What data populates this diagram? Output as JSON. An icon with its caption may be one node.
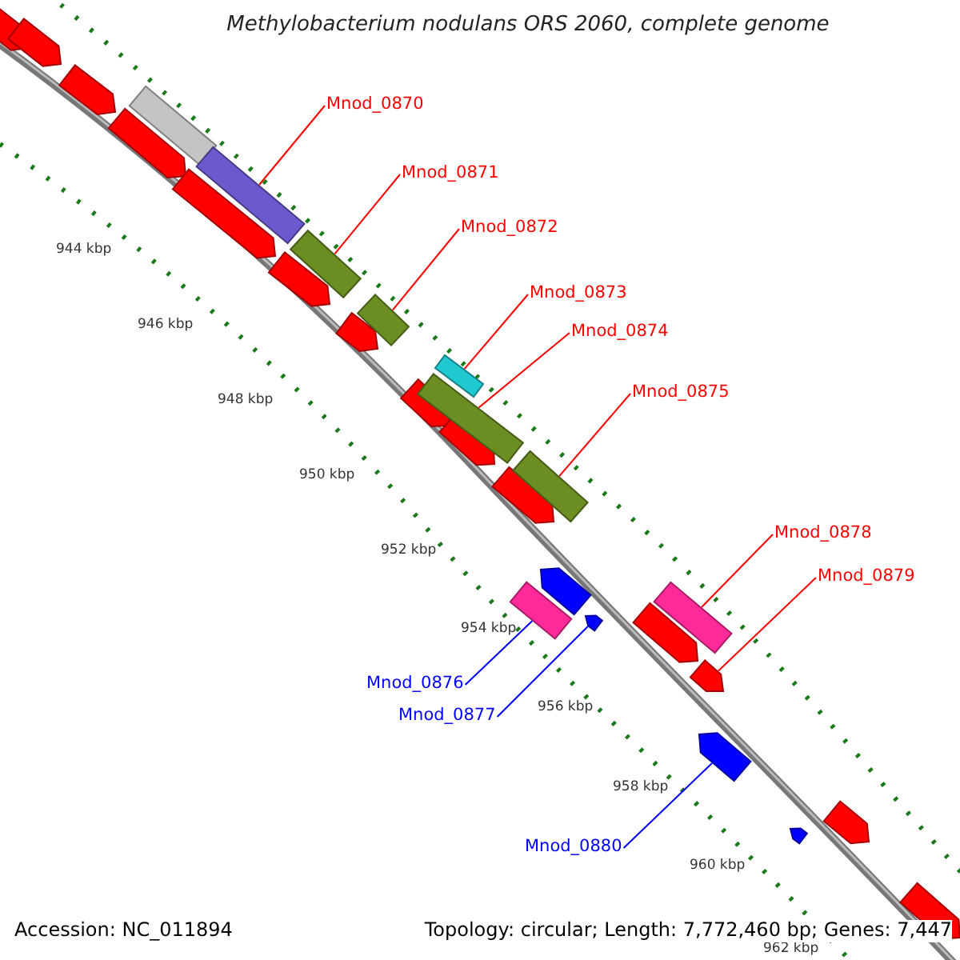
{
  "diagram": {
    "title": "Methylobacterium nodulans ORS 2060, complete genome",
    "nodes": [
      {
        "text": [
          "Mnod_0870"
        ]
      },
      {
        "text": [
          "Mnod_0871"
        ]
      },
      {
        "text": [
          "Mnod_0872"
        ]
      },
      {
        "text": [
          "Mnod_0873"
        ]
      },
      {
        "text": [
          "Mnod_0874"
        ]
      },
      {
        "text": [
          "Mnod_0875"
        ]
      },
      {
        "text": [
          "Mnod_0878"
        ]
      },
      {
        "text": [
          "Mnod_0879"
        ]
      },
      {
        "text": [
          "Mnod_0876"
        ]
      },
      {
        "text": [
          "Mnod_0877"
        ]
      },
      {
        "text": [
          "Mnod_0880"
        ]
      },
      {
        "text": [],
        "shape": "bar"
      },
      {
        "text": [],
        "shape": "bar"
      },
      {
        "text": [],
        "shape": "bar"
      },
      {
        "text": [],
        "shape": "bar"
      },
      {
        "text": [],
        "shape": "bar"
      },
      {
        "text": [],
        "shape": "bar"
      },
      {
        "text": [],
        "shape": "bar"
      },
      {
        "text": [],
        "shape": "bar"
      },
      {
        "text": [],
        "shape": "bar"
      },
      {
        "text": [],
        "shape": "bar"
      },
      {
        "text": [],
        "shape": "bar"
      }
    ],
    "edges": [
      {
        "from": 0,
        "to": 11,
        "arrow": "none"
      },
      {
        "from": 1,
        "to": 12,
        "arrow": "none"
      },
      {
        "from": 2,
        "to": 13,
        "arrow": "none"
      },
      {
        "from": 3,
        "to": 14,
        "arrow": "none"
      },
      {
        "from": 4,
        "to": 15,
        "arrow": "none"
      },
      {
        "from": 5,
        "to": 16,
        "arrow": "none"
      },
      {
        "from": 6,
        "to": 17,
        "arrow": "none"
      },
      {
        "from": 7,
        "to": 18,
        "arrow": "none"
      },
      {
        "from": 8,
        "to": 19,
        "arrow": "none",
        "color": "#0000ff"
      },
      {
        "from": 9,
        "to": 20,
        "arrow": "none",
        "color": "#0000ff"
      },
      {
        "from": 10,
        "to": 21,
        "arrow": "none",
        "color": "#0000ff"
      }
    ],
    "labels": [
      "944 kbp",
      "946 kbp",
      "948 kbp",
      "950 kbp",
      "952 kbp",
      "954 kbp",
      "956 kbp",
      "958 kbp",
      "960 kbp",
      "962 kbp",
      "Accession: NC_011894",
      "Topology: circular; Length: 7,772,460 bp; Genes: 7,447"
    ]
  }
}
